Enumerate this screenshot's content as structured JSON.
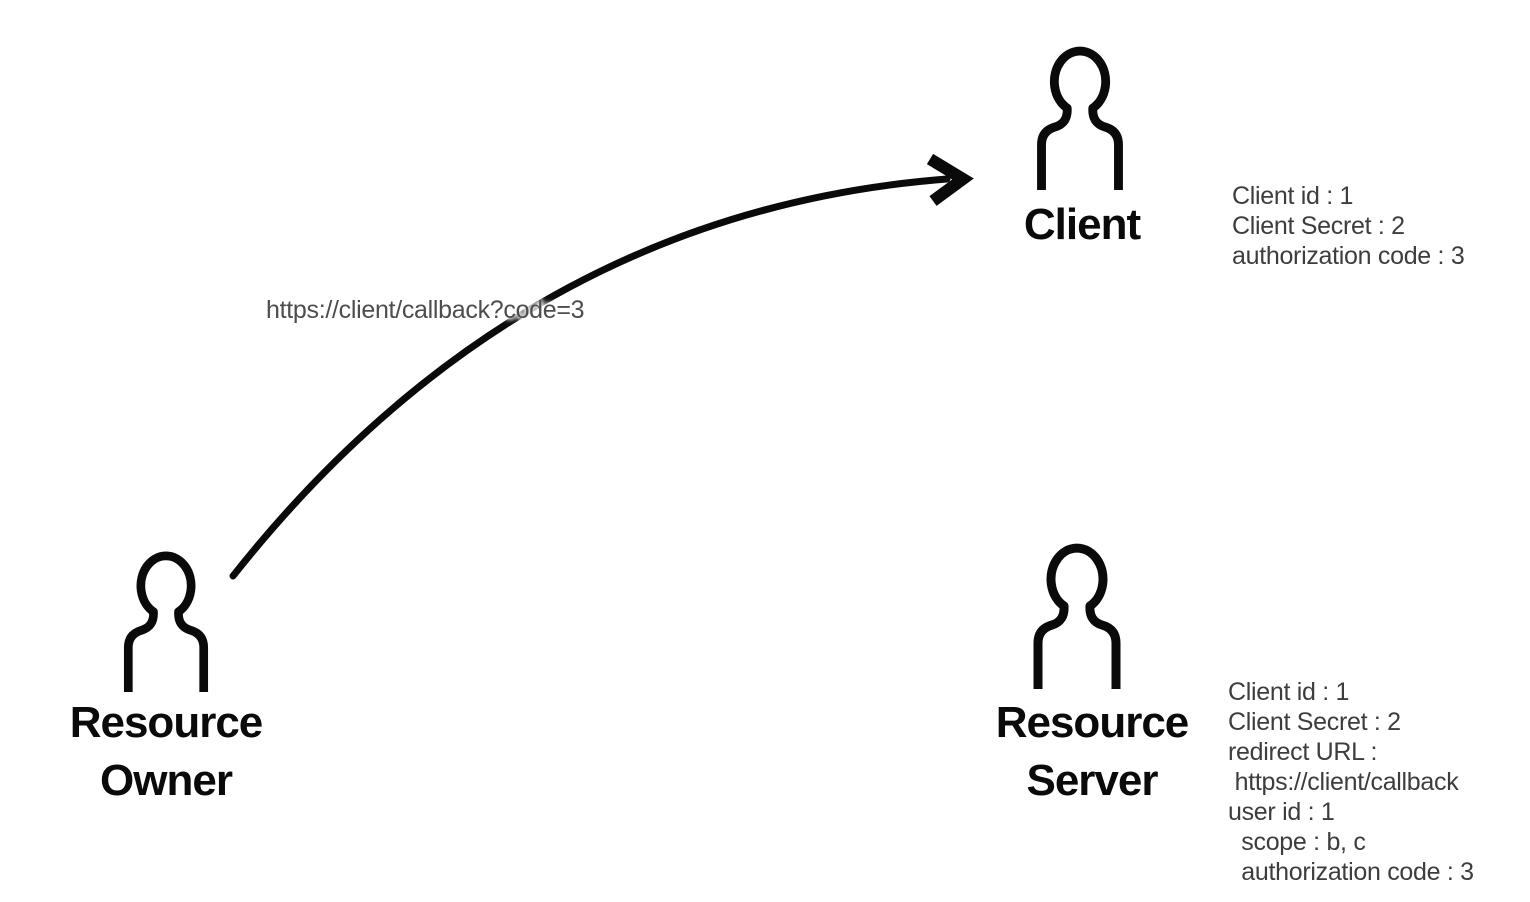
{
  "diagram": {
    "type": "oauth-authorization-code-flow",
    "background_color": "#ffffff",
    "line_color": "#0a0a0a",
    "info_text_color": "#3d3d3d",
    "arrow_label_color": "#4d4d4d",
    "arrow": {
      "label": "https://client/callback?code=3",
      "from": "Resource Owner",
      "to": "Client"
    },
    "actors": {
      "client": {
        "name": "Client",
        "info": [
          "Client id : 1",
          "Client Secret : 2",
          "authorization code : 3"
        ]
      },
      "resource_owner": {
        "name": "Resource Owner"
      },
      "resource_server": {
        "name": "Resource Server",
        "info": [
          "Client id : 1",
          "Client Secret : 2",
          "redirect URL :",
          " https://client/callback",
          "user id : 1",
          "  scope : b, c",
          "  authorization code : 3"
        ]
      }
    }
  }
}
